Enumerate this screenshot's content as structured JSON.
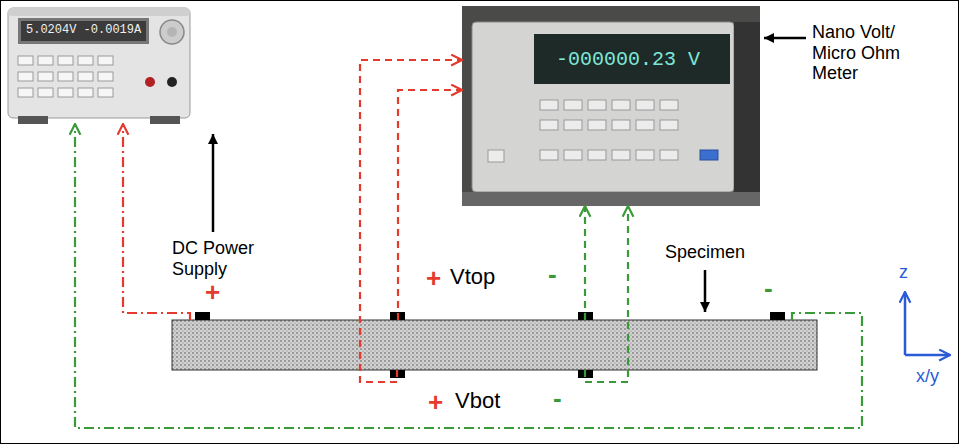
{
  "diagram": {
    "nodes": [
      {
        "text": [
          "5.0204V -0.0019A",
          "DC Power Supply"
        ]
      },
      {
        "text": [
          "-000000.23 V",
          "Nano Volt/ Micro Ohm Meter"
        ]
      },
      {
        "text": [
          "Specimen"
        ]
      }
    ],
    "edges": [
      {
        "from": 2,
        "to": 0,
        "arrow": "to",
        "label": "+"
      },
      {
        "from": 2,
        "to": 0,
        "arrow": "to",
        "label": "-"
      },
      {
        "from": 2,
        "to": 1,
        "arrow": "to",
        "label": "+"
      },
      {
        "from": 2,
        "to": 1,
        "arrow": "to",
        "label": "-"
      },
      {
        "from": 2,
        "to": 1,
        "arrow": "to",
        "label": "+"
      },
      {
        "from": 2,
        "to": 1,
        "arrow": "to",
        "label": "-"
      }
    ],
    "labels": [
      "Vtop",
      "Vbot",
      "z",
      "x/y"
    ]
  }
}
